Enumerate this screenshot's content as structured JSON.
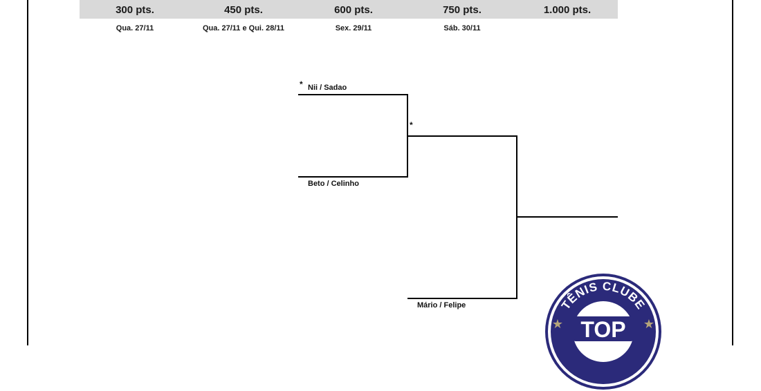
{
  "rounds": [
    {
      "points": "300 pts.",
      "date": "Qua. 27/11"
    },
    {
      "points": "450 pts.",
      "date": "Qua. 27/11 e Qui. 28/11"
    },
    {
      "points": "600 pts.",
      "date": "Sex. 29/11"
    },
    {
      "points": "750 pts.",
      "date": "Sáb. 30/11"
    },
    {
      "points": "1.000 pts.",
      "date": ""
    }
  ],
  "bracket": {
    "match1_top": {
      "seed": "*",
      "name": "Nii / Sadao"
    },
    "match1_bottom": {
      "name": "Beto / Celinho"
    },
    "winner_seed": "*",
    "match2_bottom": {
      "name": "Mário / Felipe"
    }
  },
  "logo": {
    "text": "TÊNIS CLUBE",
    "monogram": "TOP",
    "colors": {
      "primary": "#2b2a7a",
      "star": "#b5a57a"
    }
  }
}
